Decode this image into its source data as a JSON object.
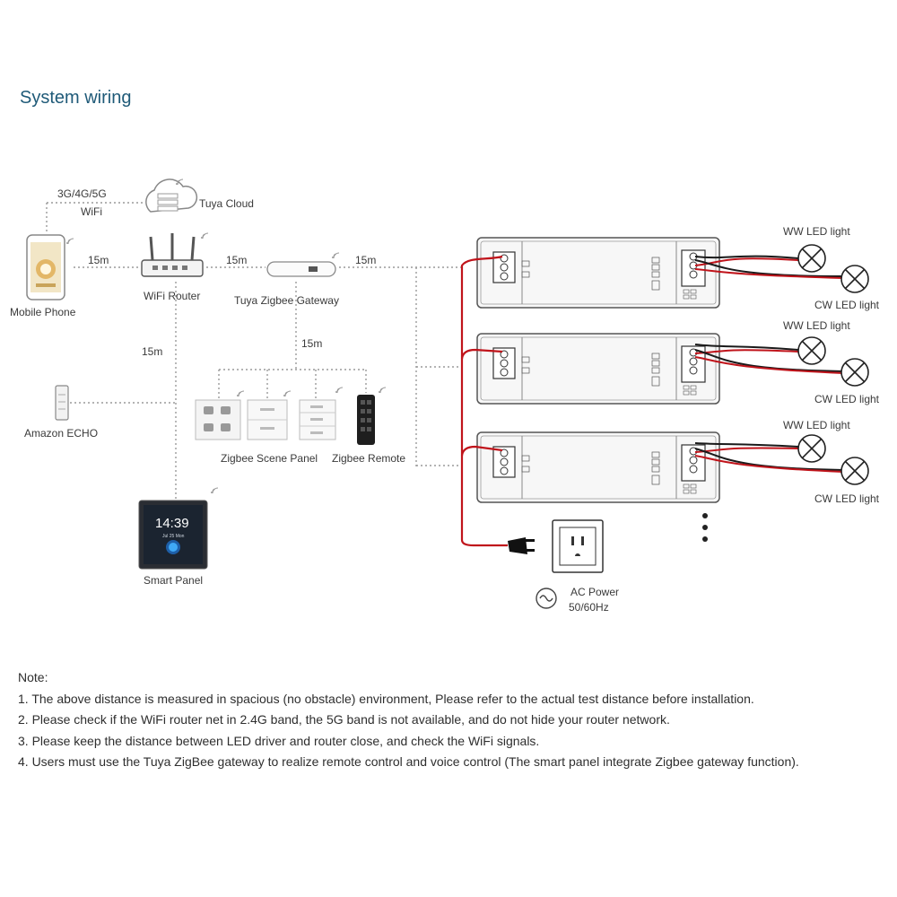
{
  "title": "System wiring",
  "labels": {
    "network": "3G/4G/5G",
    "wifi": "WiFi",
    "cloud": "Tuya Cloud",
    "mobile_phone": "Mobile Phone",
    "router": "WiFi Router",
    "gateway": "Tuya Zigbee Gateway",
    "amazon_echo": "Amazon ECHO",
    "smart_panel": "Smart Panel",
    "scene_panel": "Zigbee Scene Panel",
    "remote": "Zigbee Remote",
    "ac_power": "AC Power",
    "ac_freq": "50/60Hz",
    "ww_light": "WW LED light",
    "cw_light": "CW LED light",
    "clock_time": "14:39",
    "clock_date": "Jul 25 Mon"
  },
  "distances": {
    "phone_router": "15m",
    "router_gateway": "15m",
    "gateway_driver": "15m",
    "gateway_remotes": "15m",
    "router_panel": "15m"
  },
  "notes": {
    "heading": "Note:",
    "items": [
      "1. The above distance is measured in spacious (no obstacle) environment, Please refer to the actual test distance before installation.",
      "2. Please check if the WiFi router net in 2.4G band, the 5G band is not available, and do not hide your router network.",
      "3. Please keep the distance between LED driver and router close, and check the WiFi signals.",
      "4. Users must use the Tuya ZigBee gateway to realize remote control and voice control (The smart panel integrate Zigbee gateway function)."
    ]
  },
  "colors": {
    "title": "#1f5a78",
    "wire_red": "#c0141b",
    "wire_black": "#1a1a1a",
    "dotted_line": "#9a9a9a"
  }
}
